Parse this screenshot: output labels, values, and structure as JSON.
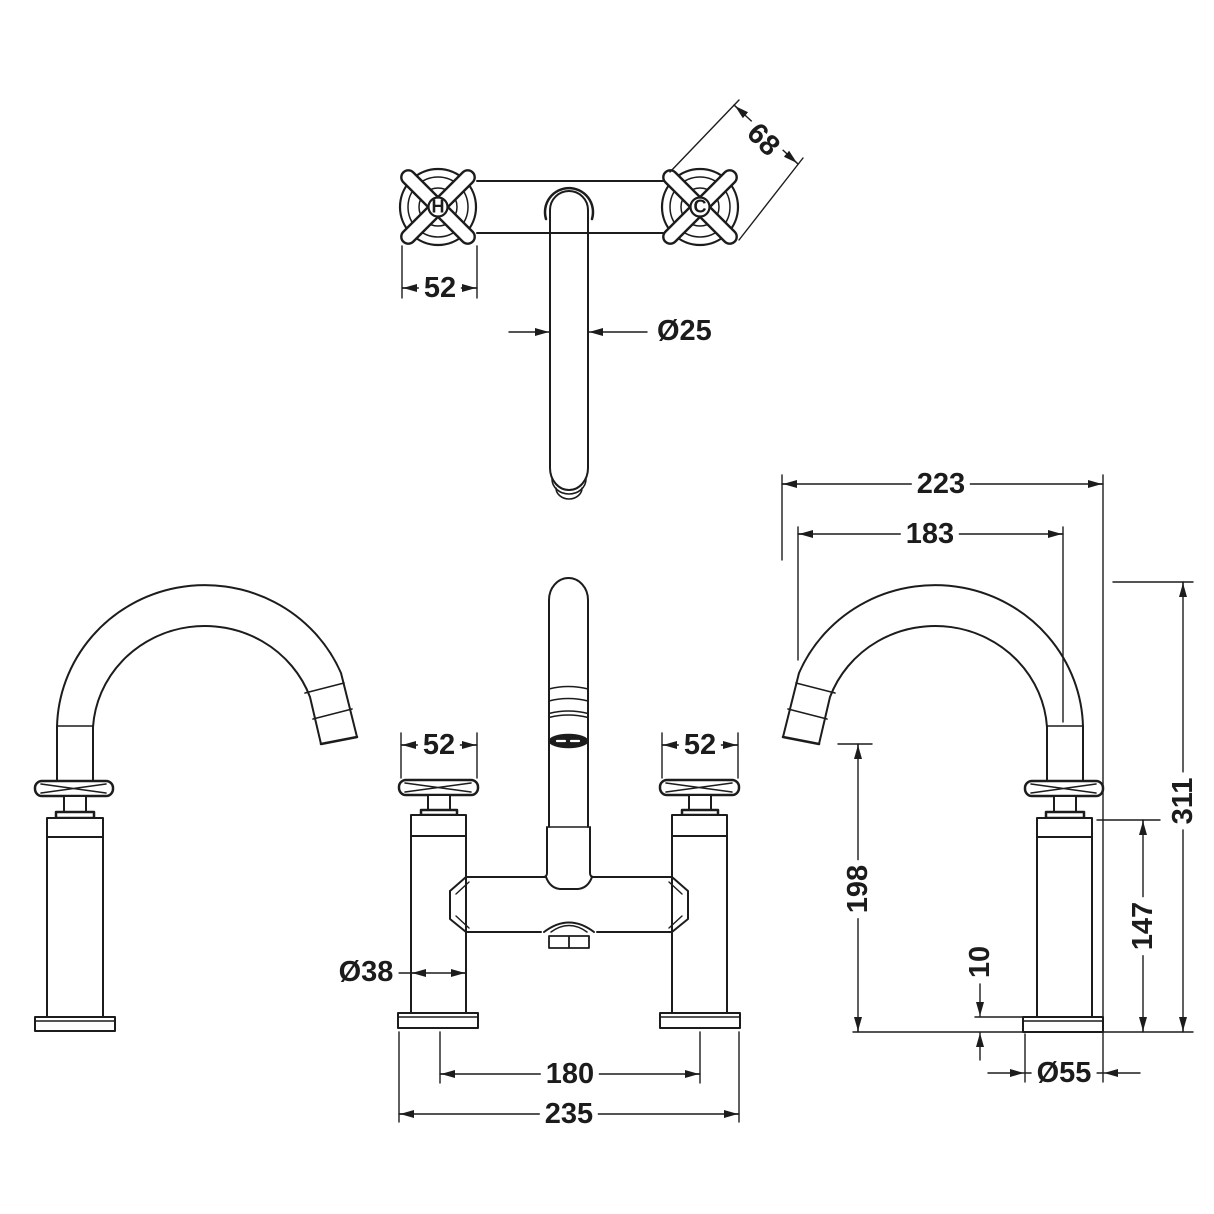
{
  "title": "Bath shower mixer tap dimensioned technical drawing",
  "colors": {
    "line": "#1c1c1c",
    "background": "#ffffff"
  },
  "labels": {
    "hot": "H",
    "cold": "C"
  },
  "dims": {
    "top": {
      "handle_diagonal": "68",
      "handle_width": "52",
      "spout_tube_diameter": "Ø25"
    },
    "front": {
      "left_handle_width": "52",
      "right_handle_width": "52",
      "leg_diameter": "Ø38",
      "tap_hole_centres": "180",
      "overall_width": "235"
    },
    "side": {
      "overall_depth": "223",
      "spout_reach": "183",
      "overall_height": "311",
      "spout_height": "198",
      "body_height": "147",
      "base_height": "10",
      "base_diameter": "Ø55"
    }
  }
}
